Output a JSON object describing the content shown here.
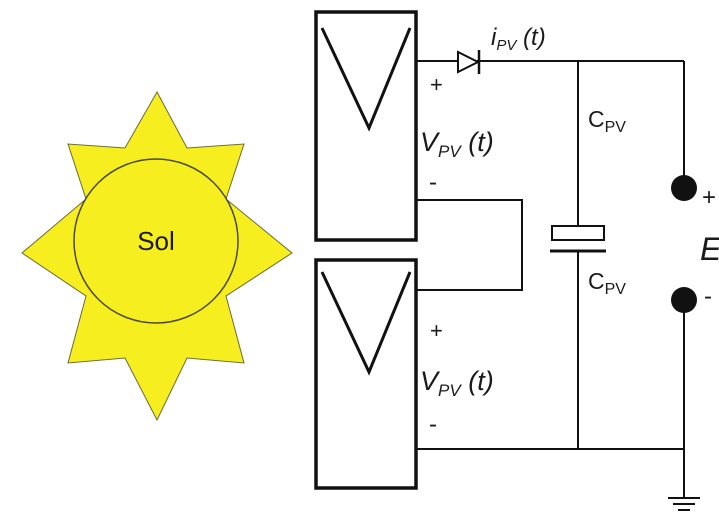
{
  "sun": {
    "label": "Sol",
    "fill_color": "#f6ee1e",
    "stroke_color": "#6b6b3a"
  },
  "panels": [
    {
      "plus": "+",
      "voltage_main": "V",
      "voltage_sub": "PV",
      "voltage_arg": " (t)",
      "minus": "-"
    },
    {
      "plus": "+",
      "voltage_main": "V",
      "voltage_sub": "PV",
      "voltage_arg": " (t)",
      "minus": "-"
    }
  ],
  "current": {
    "main": "i",
    "sub": "PV",
    "arg": " (t)"
  },
  "capacitor": {
    "label_top": {
      "main": "C",
      "sub": "PV"
    },
    "label_bottom": {
      "main": "C",
      "sub": "PV"
    }
  },
  "terminals": {
    "plus": "+",
    "minus": "-",
    "letter": "E"
  }
}
